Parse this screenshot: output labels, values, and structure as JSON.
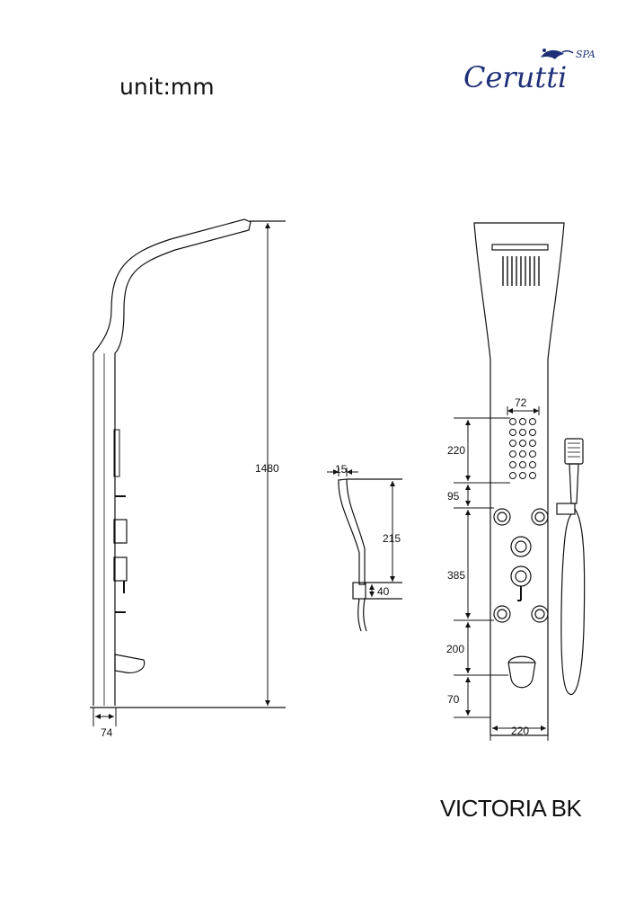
{
  "header": {
    "unit_label": "unit:mm"
  },
  "brand": {
    "logo_text": "Cerutti",
    "logo_suffix": "SPA",
    "logo_color": "#1f2f78"
  },
  "product": {
    "name": "VICTORIA BK"
  },
  "dimensions": {
    "total_height": "1480",
    "side_depth": "74",
    "handshower_width": "15",
    "handshower_length": "215",
    "handshower_holder": "40",
    "jets_block_width": "72",
    "jets_block_height": "220",
    "jets_to_body_jets": "95",
    "body_jets_span": "385",
    "jets_to_spout": "200",
    "spout_to_bottom": "70",
    "panel_width": "220"
  }
}
